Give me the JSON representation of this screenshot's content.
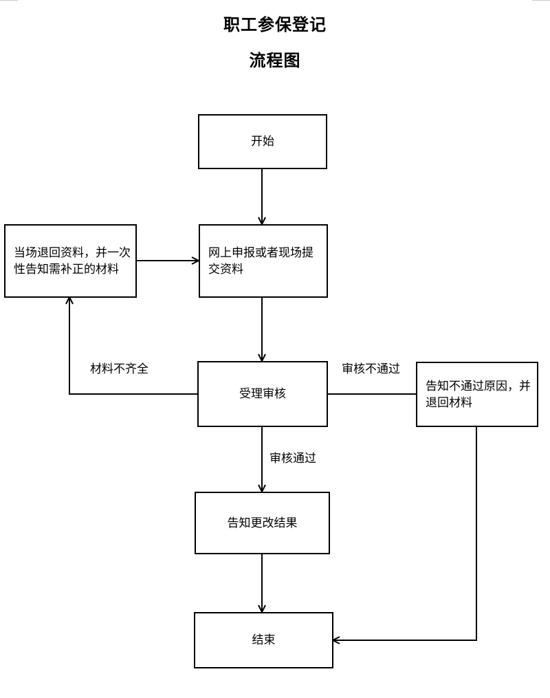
{
  "page": {
    "title": "职工参保登记",
    "subtitle": "流程图"
  },
  "nodes": {
    "start": "开始",
    "submit": "网上申报或者现场提交资料",
    "review": "受理审核",
    "notify_result": "告知更改结果",
    "end": "结束",
    "return_incomplete": "当场退回资料，并一次性告知需补正的材料",
    "notify_fail": "告知不通过原因，并退回材料"
  },
  "edge_labels": {
    "incomplete": "材料不齐全",
    "fail": "审核不通过",
    "pass": "审核通过"
  }
}
